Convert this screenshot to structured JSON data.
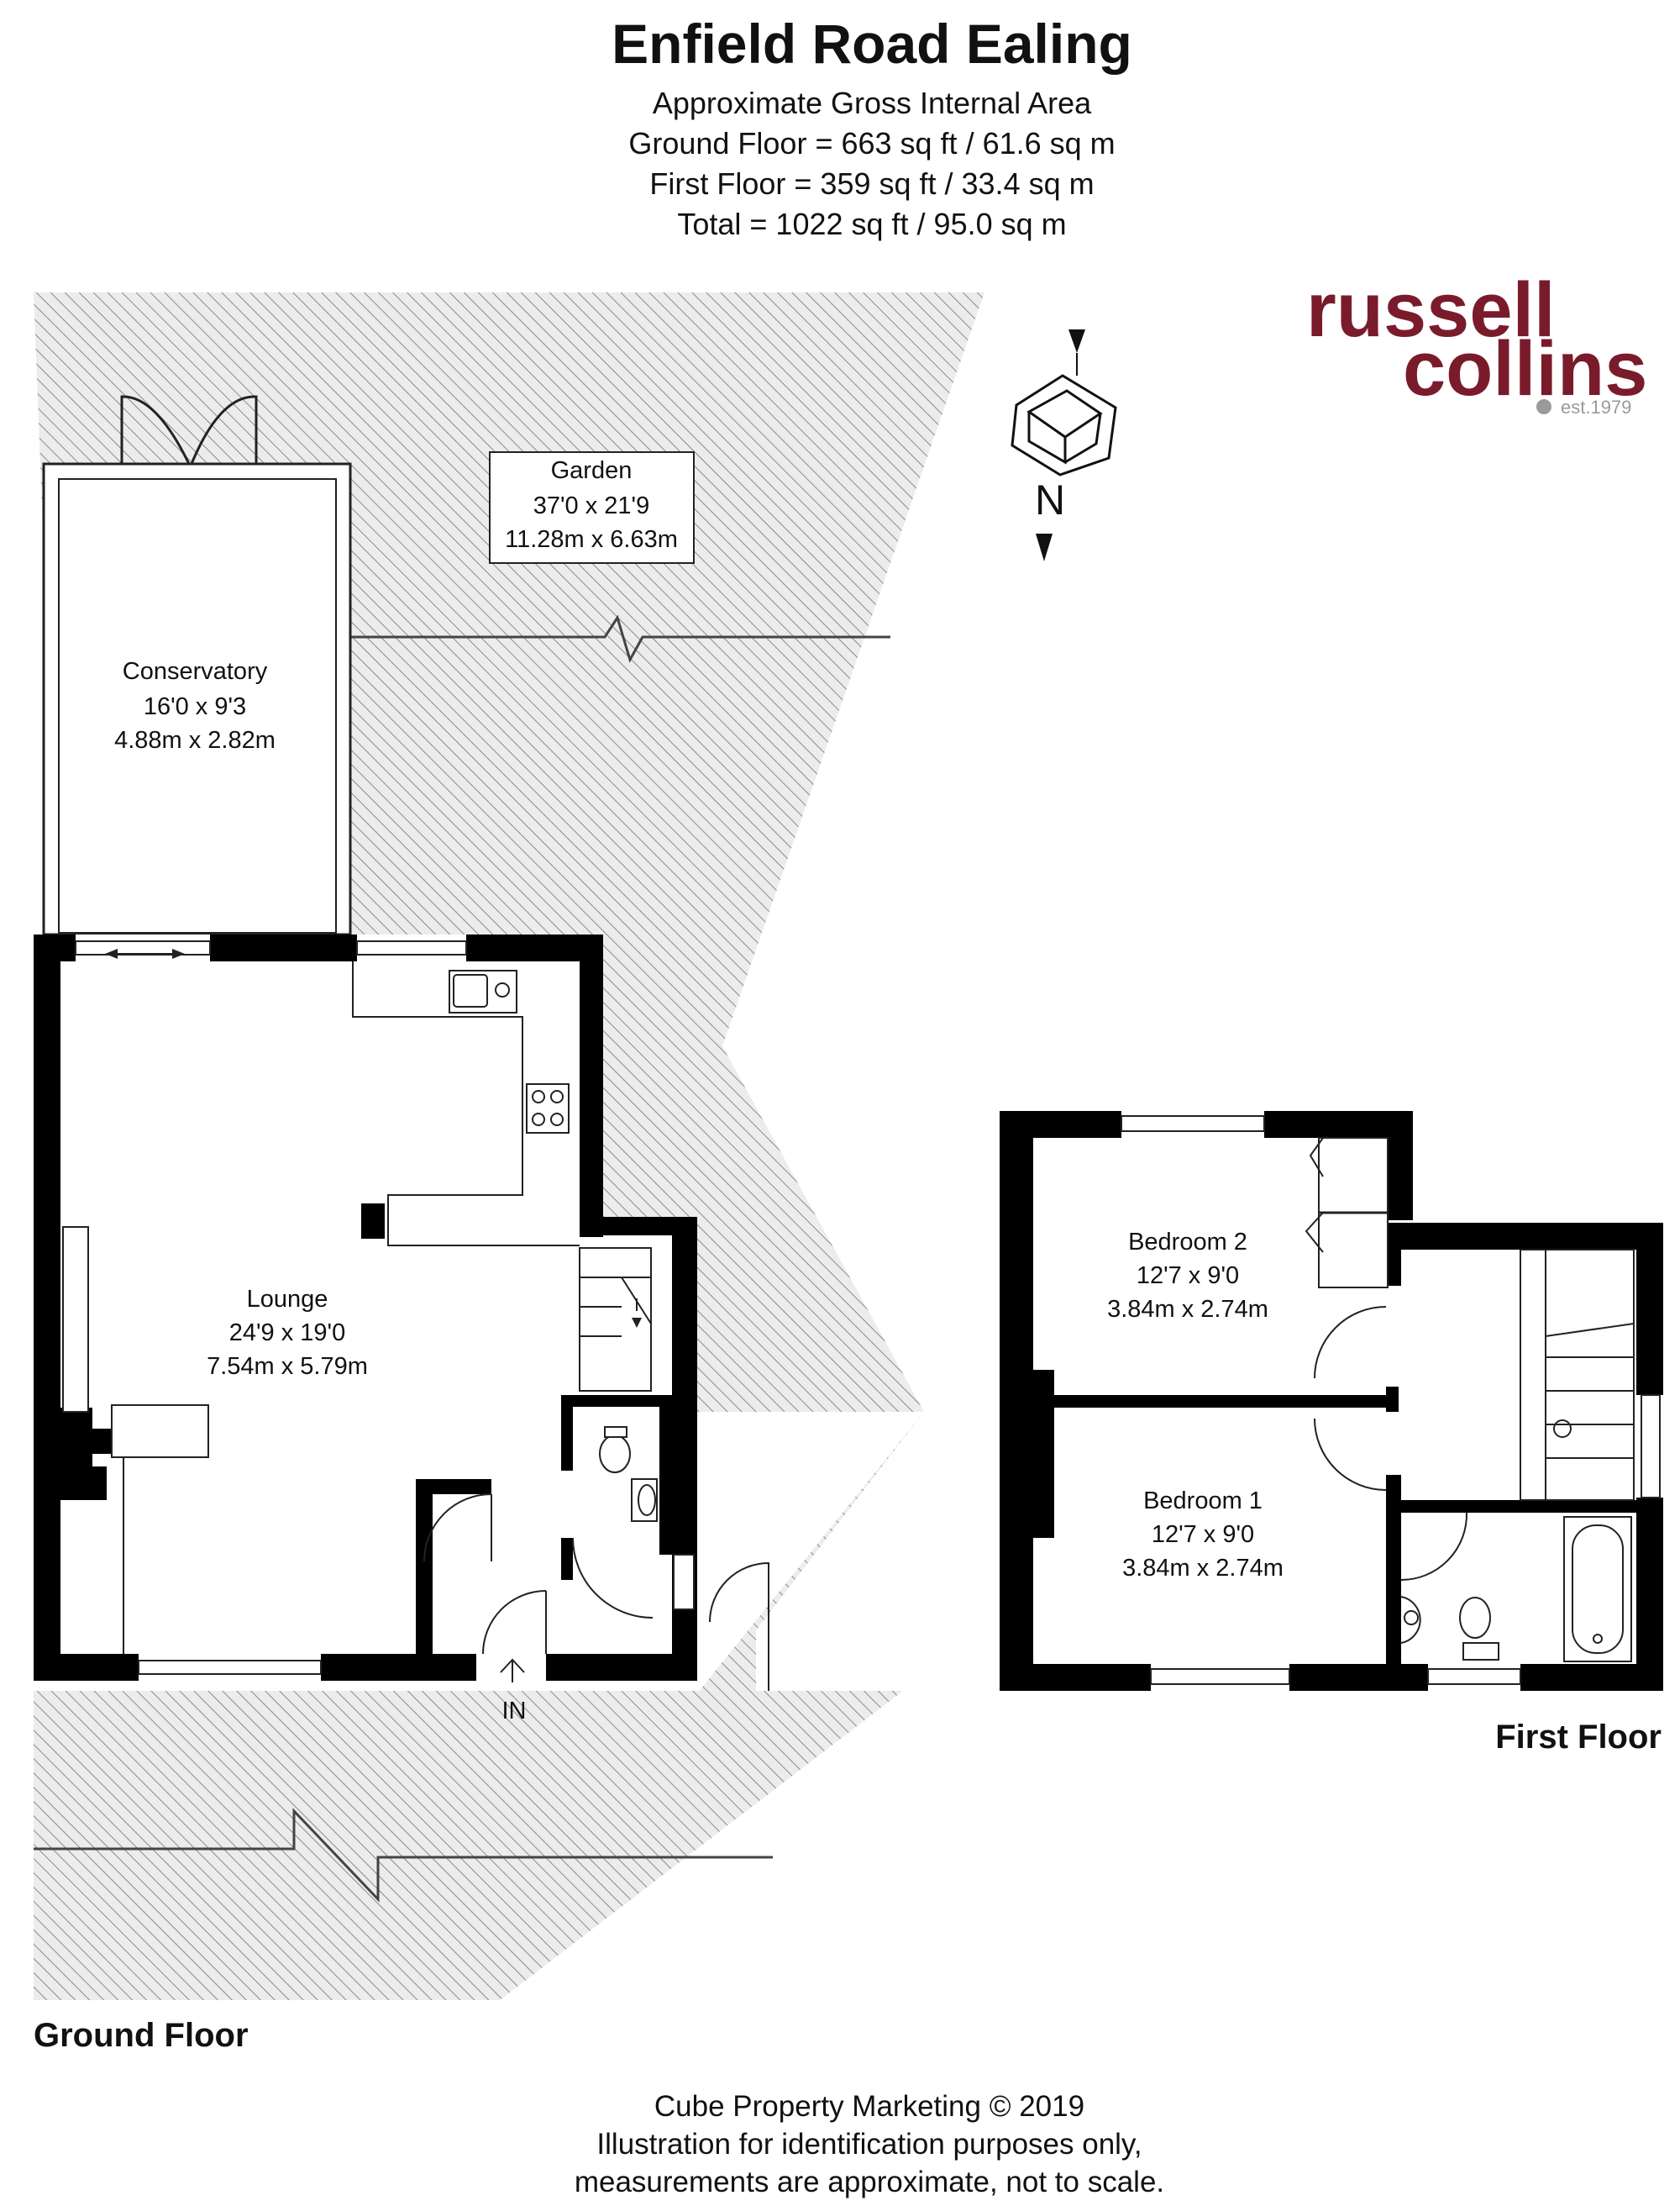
{
  "header": {
    "title": "Enfield Road Ealing",
    "area_heading": "Approximate Gross Internal Area",
    "ground_floor_area": "Ground Floor = 663 sq ft / 61.6 sq m",
    "first_floor_area": "First Floor = 359 sq ft / 33.4 sq m",
    "total_area": "Total = 1022 sq ft / 95.0 sq m"
  },
  "brand": {
    "line1": "russell",
    "line2": "collins",
    "est": "est.1979",
    "color": "#7a1b2c"
  },
  "compass": {
    "letter": "N"
  },
  "rooms": {
    "garden": {
      "name": "Garden",
      "imperial": "37'0 x 21'9",
      "metric": "11.28m x 6.63m"
    },
    "conservatory": {
      "name": "Conservatory",
      "imperial": "16'0 x 9'3",
      "metric": "4.88m x 2.82m"
    },
    "lounge": {
      "name": "Lounge",
      "imperial": "24'9 x 19'0",
      "metric": "7.54m x 5.79m"
    },
    "bedroom2": {
      "name": "Bedroom 2",
      "imperial": "12'7 x 9'0",
      "metric": "3.84m x 2.74m"
    },
    "bedroom1": {
      "name": "Bedroom 1",
      "imperial": "12'7 x 9'0",
      "metric": "3.84m x 2.74m"
    }
  },
  "entrance_label": "IN",
  "floors": {
    "ground": "Ground Floor",
    "first": "First Floor"
  },
  "footer": {
    "line1": "Cube Property Marketing © 2019",
    "line2": "Illustration for identification purposes only,",
    "line3": "measurements are approximate, not to scale."
  },
  "colors": {
    "wall": "#000000",
    "hatch": "#8a8a8a",
    "outdoor_fill": "#e6e6e6"
  }
}
